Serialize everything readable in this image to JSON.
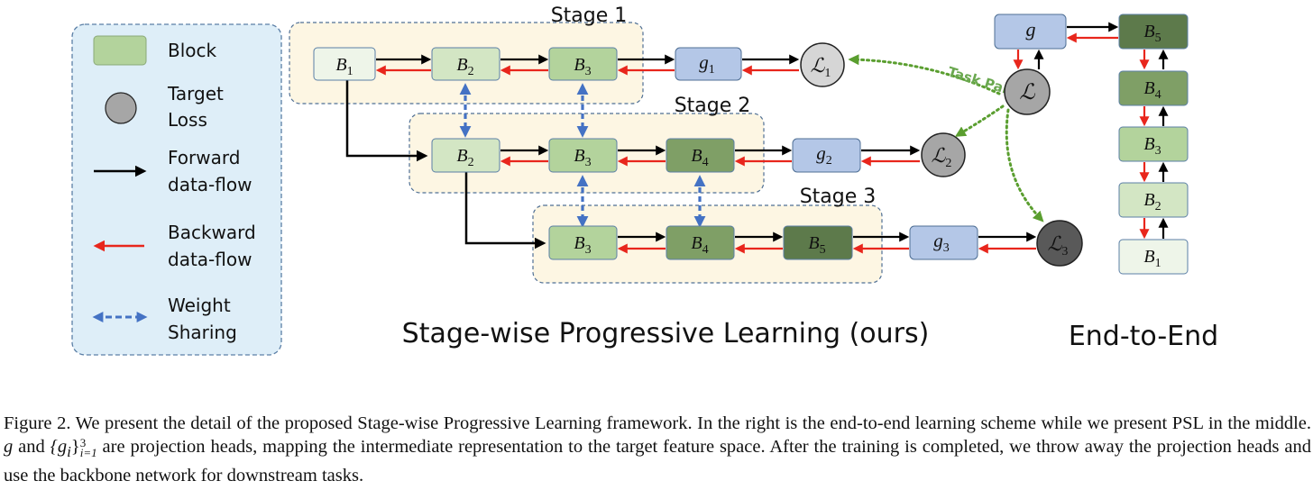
{
  "legend": {
    "block_label": "Block",
    "target_loss_label": [
      "Target",
      "Loss"
    ],
    "forward_label": [
      "Forward",
      "data-flow"
    ],
    "backward_label": [
      "Backward",
      "data-flow"
    ],
    "weight_sharing_label": [
      "Weight",
      "Sharing"
    ]
  },
  "stages": {
    "stage1_label": "Stage 1",
    "stage2_label": "Stage 2",
    "stage3_label": "Stage 3"
  },
  "blocks": {
    "b": "B",
    "g": "g",
    "loss": "ℒ"
  },
  "task_partition_label": "Task Partition",
  "psl_title": "Stage-wise Progressive Learning (ours)",
  "e2e_title": "End-to-End",
  "caption": {
    "p1": "Figure 2. We present the detail of the proposed Stage-wise Progressive Learning framework. In the right is the end-to-end learning scheme while we present PSL in the middle. ",
    "m1": "g",
    "p2": " and ",
    "m2": "{g",
    "m2sub": "i",
    "m2close": "}",
    "m2sup": "3",
    "m2low": "i=1",
    "p3": " are projection heads, mapping the intermediate representation to the target feature space. After the training is completed, we throw away the projection heads and use the backbone network for downstream tasks."
  },
  "colors": {
    "b1": "#eef5e9",
    "b2": "#d3e6c4",
    "b3": "#b3d39c",
    "b4": "#7f9f66",
    "b5": "#5d7a4b",
    "g": "#b4c7e7",
    "loss_light": "#d6d6d6",
    "loss_mid": "#a6a6a6",
    "loss_dark": "#595959",
    "stage_bg": "#fdf6e3",
    "legend_bg": "#deeef8",
    "forward": "#000000",
    "backward": "#e8261c",
    "sharing": "#4472c4",
    "partition": "#5a9e2f"
  }
}
